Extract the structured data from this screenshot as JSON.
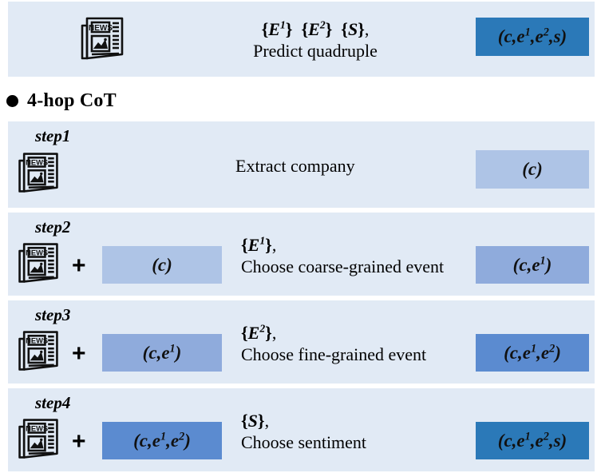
{
  "overview": {
    "icon": "newspaper-icon",
    "instruction_sets": "{E1} {E2} {S},",
    "instruction_desc": "Predict quadruple",
    "output_label": "(c,e1,e2,s)"
  },
  "section": {
    "bullet": "●",
    "title": "4-hop CoT"
  },
  "steps": [
    {
      "label": "step1",
      "icon": "newspaper-icon",
      "plus": "",
      "input_label": "",
      "instruction_sets": "",
      "instruction_desc": "Extract company",
      "output_label": "(c)"
    },
    {
      "label": "step2",
      "icon": "newspaper-icon",
      "plus": "+",
      "input_label": "(c)",
      "instruction_sets": "{E1},",
      "instruction_desc": "Choose coarse-grained event",
      "output_label": "(c,e1)"
    },
    {
      "label": "step3",
      "icon": "newspaper-icon",
      "plus": "+",
      "input_label": "(c,e1)",
      "instruction_sets": "{E2},",
      "instruction_desc": "Choose fine-grained event",
      "output_label": "(c,e1,e2)"
    },
    {
      "label": "step4",
      "icon": "newspaper-icon",
      "plus": "+",
      "input_label": "(c,e1,e2)",
      "instruction_sets": "{S},",
      "instruction_desc": "Choose sentiment",
      "output_label": "(c,e1,e2,s)"
    }
  ],
  "colors": {
    "panel_background": "#e1eaf5",
    "page_background": "#ffffff",
    "tone_light": "#aec4e6",
    "tone_mid": "#8fabdc",
    "tone_strong": "#5b8bd0",
    "tone_deep": "#2b79b8",
    "text": "#000000"
  }
}
